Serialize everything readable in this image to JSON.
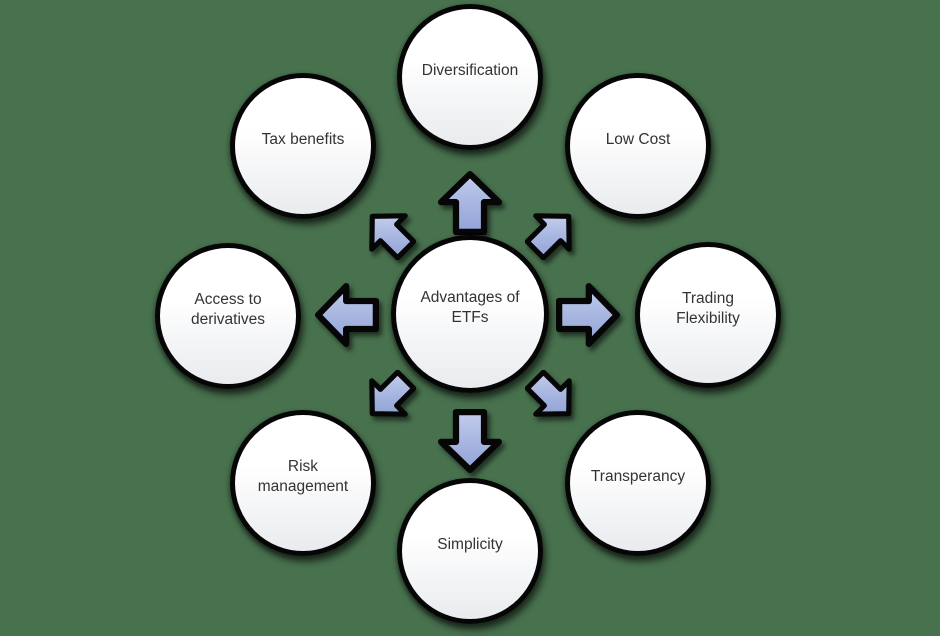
{
  "diagram": {
    "title": "Advantages of ETFs",
    "background_color": "#48714E",
    "node_border_color": "#060606",
    "node_fill_top": "#ffffff",
    "node_fill_bottom": "#e9ebee",
    "arrow_fill_top": "#c3cdec",
    "arrow_fill_bottom": "#92a3d5",
    "text_color": "#333333",
    "hub": {
      "label": "Advantages of ETFs"
    },
    "nodes": [
      {
        "id": "diversification",
        "position": "top",
        "label": "Diversification"
      },
      {
        "id": "low-cost",
        "position": "top-right",
        "label": "Low Cost"
      },
      {
        "id": "trading-flexibility",
        "position": "right",
        "label": "Trading Flexibility"
      },
      {
        "id": "transperancy",
        "position": "bottom-right",
        "label": "Transperancy"
      },
      {
        "id": "simplicity",
        "position": "bottom",
        "label": "Simplicity"
      },
      {
        "id": "risk-management",
        "position": "bottom-left",
        "label": "Risk management"
      },
      {
        "id": "access-to-derivatives",
        "position": "left",
        "label": "Access to derivatives"
      },
      {
        "id": "tax-benefits",
        "position": "top-left",
        "label": "Tax benefits"
      }
    ],
    "arrows": [
      "up",
      "up-right",
      "right",
      "down-right",
      "down",
      "down-left",
      "left",
      "up-left"
    ]
  }
}
